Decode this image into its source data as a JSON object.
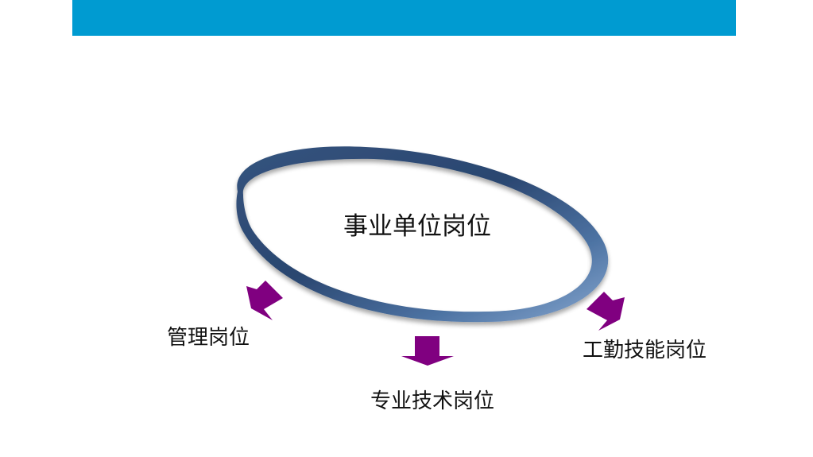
{
  "colors": {
    "header_bar": "#009bd1",
    "ring_dark": "#2d4a72",
    "ring_light": "#6f93bf",
    "arrow": "#800080",
    "text": "#111111"
  },
  "diagram": {
    "center": {
      "label": "事业单位岗位"
    },
    "branches": [
      {
        "label": "管理岗位",
        "arrow_icon": "down-left-arrow-icon"
      },
      {
        "label": "专业技术岗位",
        "arrow_icon": "down-arrow-icon"
      },
      {
        "label": "工勤技能岗位",
        "arrow_icon": "down-right-arrow-icon"
      }
    ]
  }
}
